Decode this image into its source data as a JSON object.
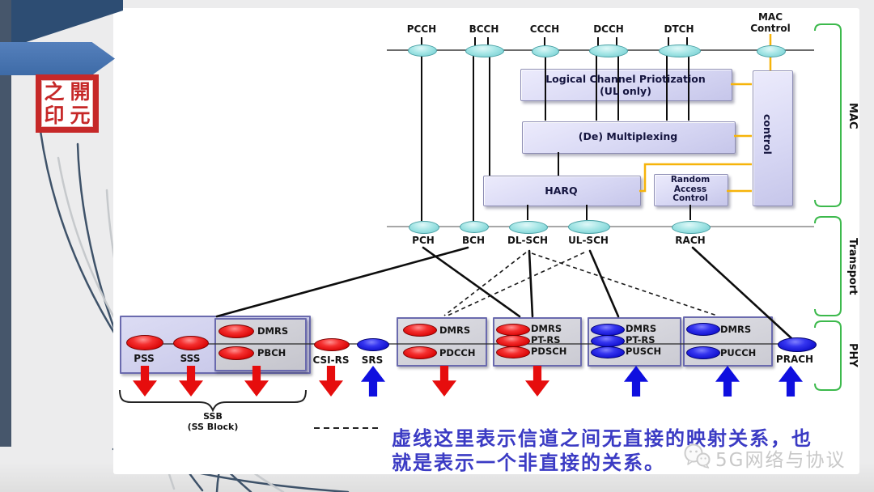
{
  "stamp": {
    "tl": "之",
    "tr": "開",
    "bl": "印",
    "br": "元"
  },
  "logical": {
    "pcch": "PCCH",
    "bcch": "BCCH",
    "ccch": "CCCH",
    "dcch": "DCCH",
    "dtch": "DTCH",
    "mac_control_l1": "MAC",
    "mac_control_l2": "Control"
  },
  "mac_blocks": {
    "lcp_l1": "Logical Channel Priotization",
    "lcp_l2": "(UL only)",
    "demux": "(De) Multiplexing",
    "harq": "HARQ",
    "rac_l1": "Random",
    "rac_l2": "Access",
    "rac_l3": "Control",
    "control": "control"
  },
  "transport": {
    "pch": "PCH",
    "bch": "BCH",
    "dlsch": "DL-SCH",
    "ulsch": "UL-SCH",
    "rach": "RACH"
  },
  "phy": {
    "pss": "PSS",
    "sss": "SSS",
    "ssb_box": {
      "dmrs": "DMRS",
      "pbch": "PBCH"
    },
    "csirs": "CSI-RS",
    "srs": "SRS",
    "pdcch_box": {
      "dmrs": "DMRS",
      "pdcch": "PDCCH"
    },
    "pdsch_box": {
      "dmrs": "DMRS",
      "ptrs": "PT-RS",
      "pdsch": "PDSCH"
    },
    "pusch_box": {
      "dmrs": "DMRS",
      "ptrs": "PT-RS",
      "pusch": "PUSCH"
    },
    "pucch_box": {
      "dmrs": "DMRS",
      "pucch": "PUCCH"
    },
    "prach": "PRACH",
    "ssb_label_l1": "SSB",
    "ssb_label_l2": "(SS Block)"
  },
  "layers": {
    "mac": "MAC",
    "transport": "Transport",
    "phy": "PHY"
  },
  "note": {
    "line1": "虚线这里表示信道之间无直接的映射关系，也",
    "line2": "就是表示一个非直接的关系。"
  },
  "watermark": {
    "text": "5G网络与协议"
  },
  "colors": {
    "bracket_green": "#3cb94c",
    "connector_orange": "#f6b40a",
    "downlink_red": "#e60d0d",
    "uplink_blue": "#0f0fdf",
    "node_cyan": "#a5e6e6",
    "note_blue": "#3b3bc4",
    "seal_red": "#c62828"
  }
}
